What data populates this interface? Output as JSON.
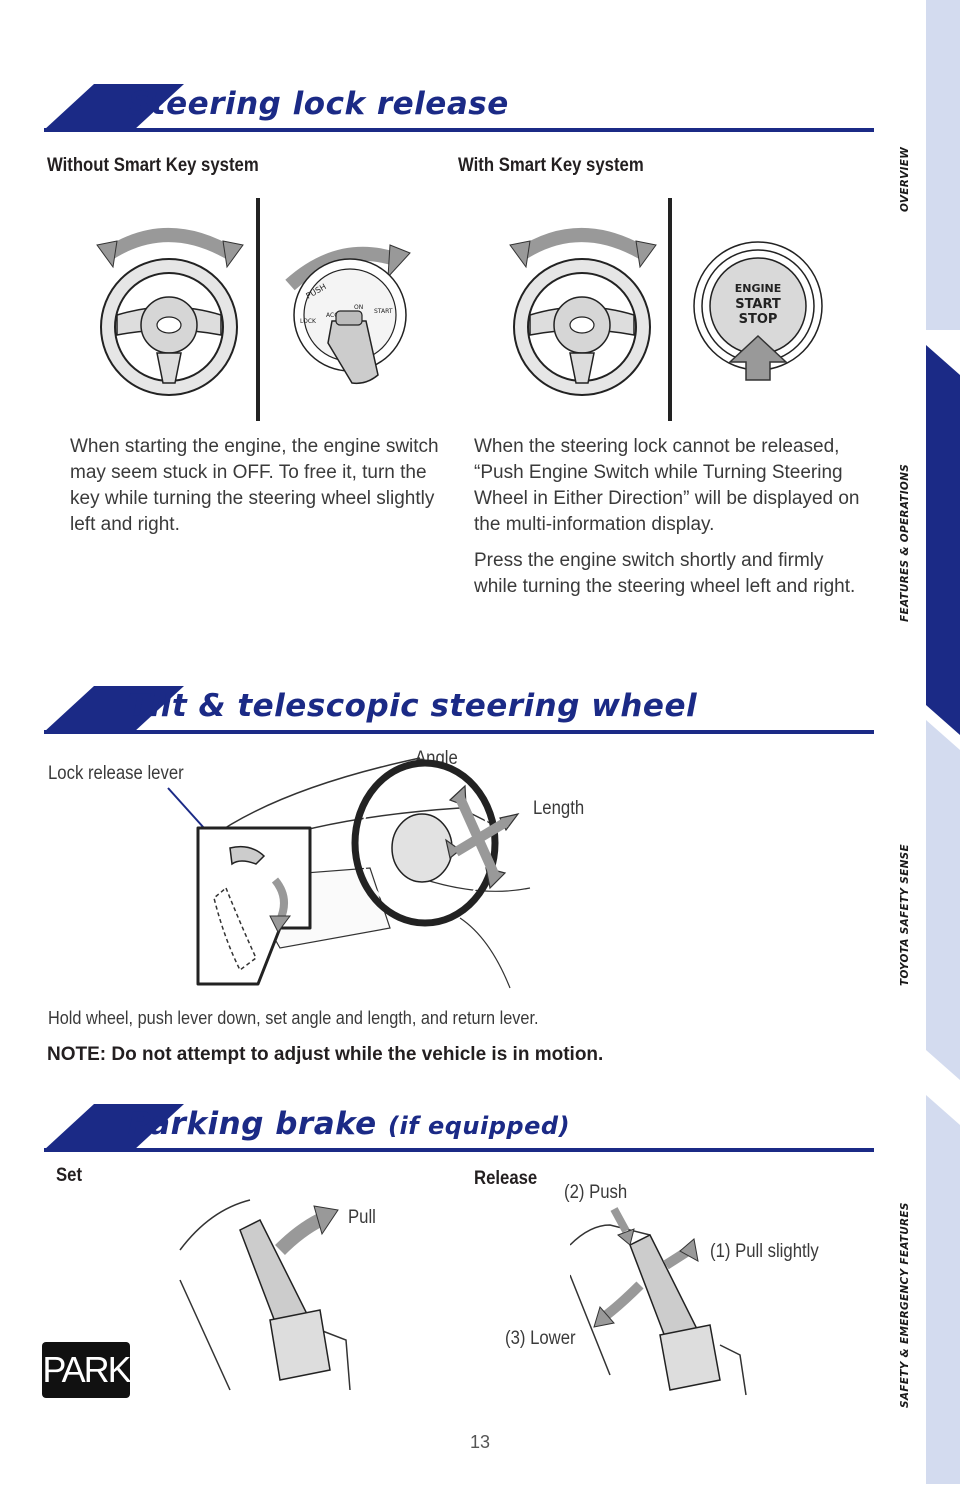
{
  "sections": {
    "steering_lock": {
      "title": "Steering lock release",
      "without_smart_key": {
        "heading": "Without Smart Key system",
        "text": "When starting the engine, the engine switch may seem stuck in OFF. To free it, turn the key while turning the steering wheel slightly left and right."
      },
      "with_smart_key": {
        "heading": "With Smart Key system",
        "paragraphs": [
          "When the steering lock cannot be released, “Push Engine Switch while Turning Steering Wheel in Either Direction” will be displayed on the multi-information display.",
          "Press the engine switch shortly and firmly while turning the steering wheel left and right."
        ],
        "button_text": [
          "ENGINE",
          "START",
          "STOP"
        ]
      },
      "ignition_labels": [
        "PUSH",
        "LOCK",
        "ACC",
        "ON",
        "START"
      ]
    },
    "tilt": {
      "title": "Tilt & telescopic steering wheel",
      "labels": {
        "lever": "Lock release lever",
        "angle": "Angle",
        "length": "Length"
      },
      "caption": "Hold wheel, push lever down, set angle and length, and return lever.",
      "note": "NOTE: Do not attempt to adjust while the vehicle is in motion."
    },
    "parking": {
      "title": "Parking brake",
      "title_suffix": "(if equipped)",
      "set": {
        "heading": "Set",
        "pull": "Pull"
      },
      "release": {
        "heading": "Release",
        "push": "(2) Push",
        "pull_slightly": "(1) Pull slightly",
        "lower": "(3) Lower"
      },
      "park_badge": "PARK"
    }
  },
  "side_tabs": [
    {
      "label": "OVERVIEW",
      "active": false
    },
    {
      "label": "FEATURES & OPERATIONS",
      "active": true
    },
    {
      "label": "TOYOTA SAFETY SENSE",
      "active": false
    },
    {
      "label": "SAFETY & EMERGENCY FEATURES",
      "active": false
    }
  ],
  "colors": {
    "brand_blue": "#1b2a86",
    "tab_light": "#d3dbef",
    "tab_active": "#1b2a86",
    "arrow_gray": "#9a9a9a"
  },
  "page_number": "13"
}
